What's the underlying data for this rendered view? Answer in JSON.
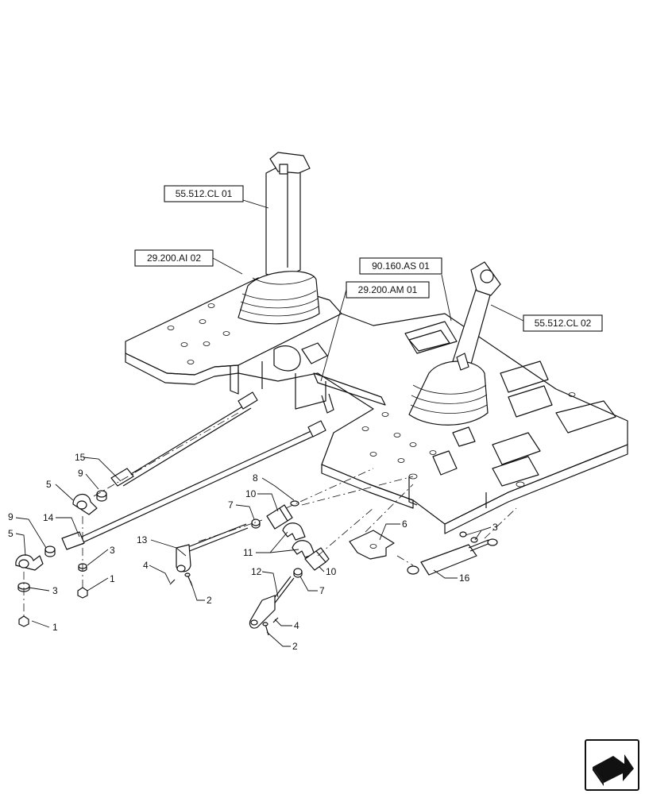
{
  "references": {
    "r1": "55.512.CL 01",
    "r2": "29.200.AI 02",
    "r3": "90.160.AS 01",
    "r4": "29.200.AM 01",
    "r5": "55.512.CL 02"
  },
  "callouts": {
    "c15": "15",
    "c9a": "9",
    "c5a": "5",
    "c9b": "9",
    "c14": "14",
    "c5b": "5",
    "c3a": "3",
    "c1a": "1",
    "c3b": "3",
    "c1b": "1",
    "c8": "8",
    "c7a": "7",
    "c10a": "10",
    "c13": "13",
    "c4a": "4",
    "c2a": "2",
    "c11": "11",
    "c10b": "10",
    "c12": "12",
    "c7b": "7",
    "c4b": "4",
    "c2b": "2",
    "c6": "6",
    "c3c": "3",
    "c16": "16"
  },
  "icons": {
    "corner": "next-page-arrow-icon"
  }
}
